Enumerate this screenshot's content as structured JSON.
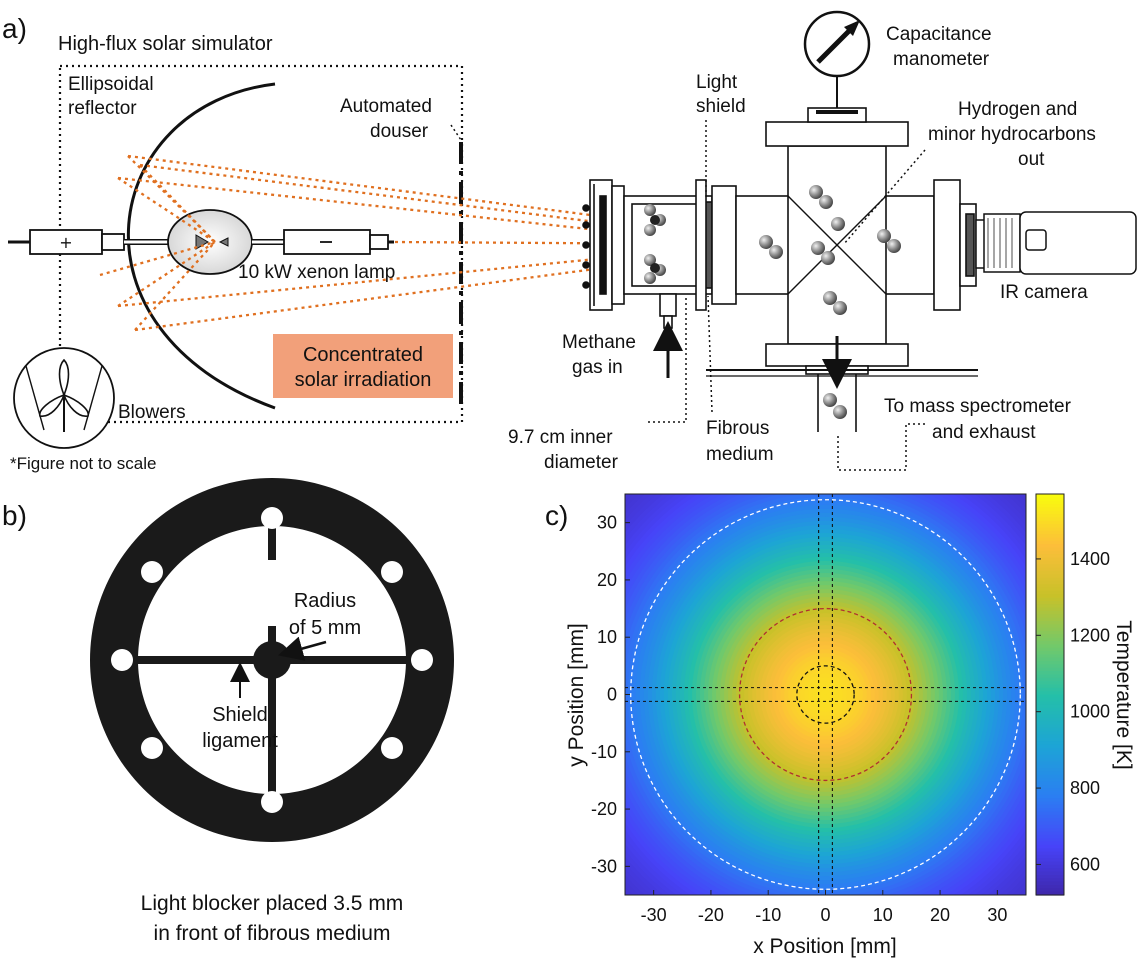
{
  "panel_a": {
    "letter": "a)",
    "title": "High-flux solar simulator",
    "reflector_l1": "Ellipsoidal",
    "reflector_l2": "reflector",
    "douser_l1": "Automated",
    "douser_l2": "douser",
    "lamp": "10 kW xenon lamp",
    "irr_l1": "Concentrated",
    "irr_l2": "solar irradiation",
    "blowers": "Blowers",
    "note": "*Figure not to scale",
    "shield_l1": "Light",
    "shield_l2": "shield",
    "manometer_l1": "Capacitance",
    "manometer_l2": "manometer",
    "h2_l1": "Hydrogen and",
    "h2_l2": "minor hydrocarbons",
    "h2_l3": "out",
    "ir": "IR camera",
    "methane_l1": "Methane",
    "methane_l2": "gas in",
    "diam_l1": "9.7 cm inner",
    "diam_l2": "diameter",
    "fibrous_l1": "Fibrous",
    "fibrous_l2": "medium",
    "mass_l1": "To mass spectrometer",
    "mass_l2": "and exhaust",
    "colors": {
      "irradiation_box": "#f2a07a",
      "ray": "#e07020"
    }
  },
  "panel_b": {
    "letter": "b)",
    "radius_l1": "Radius",
    "radius_l2": "of 5 mm",
    "shield_l1": "Shield",
    "shield_l2": "ligament",
    "cap_l1": "Light blocker placed 3.5 mm",
    "cap_l2": "in front of fibrous medium"
  },
  "panel_c": {
    "letter": "c)"
  },
  "chart_data": {
    "type": "heatmap",
    "xlabel": "x Position [mm]",
    "ylabel": "y Position [mm]",
    "colorbar_label": "Temperature [K]",
    "xlim": [
      -35,
      35
    ],
    "ylim": [
      -35,
      35
    ],
    "x_ticks": [
      -30,
      -20,
      -10,
      0,
      10,
      20,
      30
    ],
    "y_ticks": [
      30,
      20,
      10,
      0,
      -10,
      -20,
      -30
    ],
    "colorbar_range": [
      520,
      1570
    ],
    "colorbar_ticks": [
      600,
      800,
      1000,
      1200,
      1400
    ],
    "peak_temperature": 1480,
    "circles": [
      {
        "radius": 34,
        "color": "#ffffff"
      },
      {
        "radius": 15,
        "color": "#b03030"
      },
      {
        "radius": 5,
        "color": "#111111"
      }
    ],
    "ligament_half_width": 1.2,
    "colormap": [
      "#3e26a8",
      "#4743f8",
      "#2b7ef2",
      "#1da4d6",
      "#24bfa9",
      "#72c96a",
      "#c8c129",
      "#fcbe3a",
      "#f9fb0e"
    ]
  }
}
